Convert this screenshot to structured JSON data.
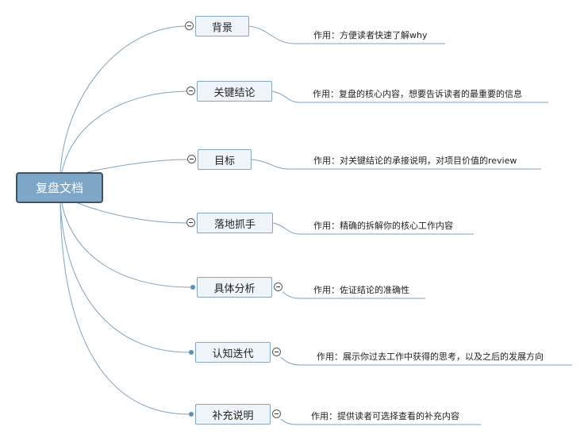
{
  "root": {
    "label": "复盘文档"
  },
  "branches": [
    {
      "label": "背景",
      "note": "作用：方便读者快速了解why"
    },
    {
      "label": "关键结论",
      "note": "作用：复盘的核心内容，想要告诉读者的最重要的信息"
    },
    {
      "label": "目标",
      "note": "作用：对关键结论的承接说明，对项目价值的review"
    },
    {
      "label": "落地抓手",
      "note": "作用：精确的拆解你的核心工作内容"
    },
    {
      "label": "具体分析",
      "note": "作用：佐证结论的准确性"
    },
    {
      "label": "认知迭代",
      "note": "作用：展示你过去工作中获得的思考，以及之后的发展方向"
    },
    {
      "label": "补充说明",
      "note": "作用：提供读者可选择查看的补充内容"
    }
  ],
  "colors": {
    "line": "#7fa3bf",
    "root_fill": "#7ea6c6",
    "root_border": "#3c5266",
    "topic_fill": "#eef4f9",
    "topic_border": "#86a6bf"
  },
  "icons": {
    "collapse": "collapse-minus-icon",
    "connector": "connector-dot-icon"
  }
}
